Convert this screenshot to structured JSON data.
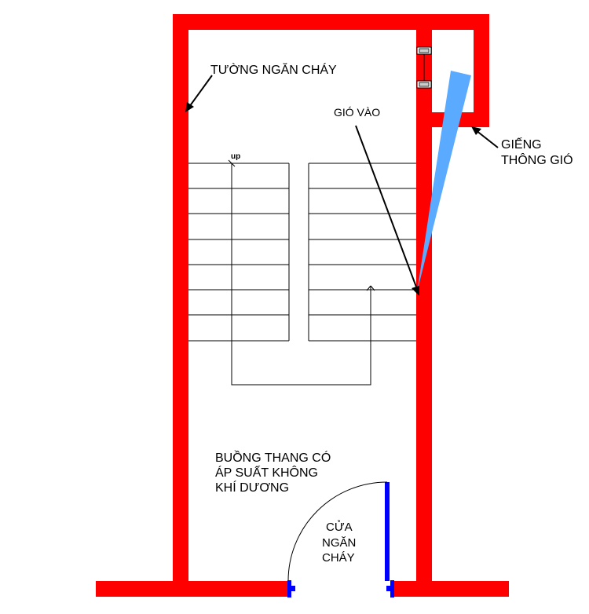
{
  "labels": {
    "fire_wall": "TƯỜNG NGĂN CHÁY",
    "air_in": "GIÓ VÀO",
    "shaft_line1": "GIẾNG",
    "shaft_line2": "THÔNG GIÓ",
    "up": "up",
    "room_line1": "BUỒNG THANG CÓ",
    "room_line2": "ÁP SUẤT KHÔNG",
    "room_line3": "KHÍ DƯƠNG",
    "door_line1": "CỬA",
    "door_line2": "NGĂN",
    "door_line3": "CHÁY"
  },
  "colors": {
    "wall": "#ff0000",
    "door": "#0000ff",
    "airflow": "#5aaaff",
    "line": "#000000"
  }
}
